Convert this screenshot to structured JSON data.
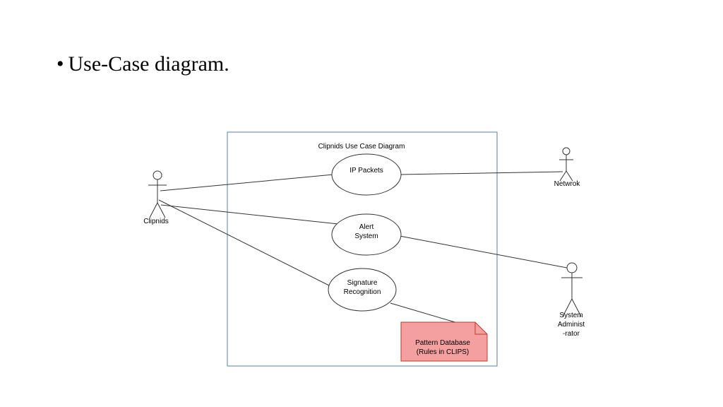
{
  "slide": {
    "bullet_symbol": "•",
    "bullet_text": "Use-Case diagram."
  },
  "diagram": {
    "system_title": "Clipnids Use Case Diagram",
    "actors": {
      "clipnids": "Clipnids",
      "network": "Netwrok",
      "admin_line1": "System",
      "admin_line2": "Administ",
      "admin_line3": "-rator"
    },
    "use_cases": {
      "ip_packets": "IP Packets",
      "alert_line1": "Alert",
      "alert_line2": "System",
      "signature_line1": "Signature",
      "signature_line2": "Recognition"
    },
    "note": {
      "line1": "Pattern Database",
      "line2": "(Rules in CLIPS)",
      "fill_color": "#f4a0a0",
      "border_color": "#c0392b"
    },
    "colors": {
      "boundary": "#5b7fa6",
      "lines": "#333333"
    }
  }
}
